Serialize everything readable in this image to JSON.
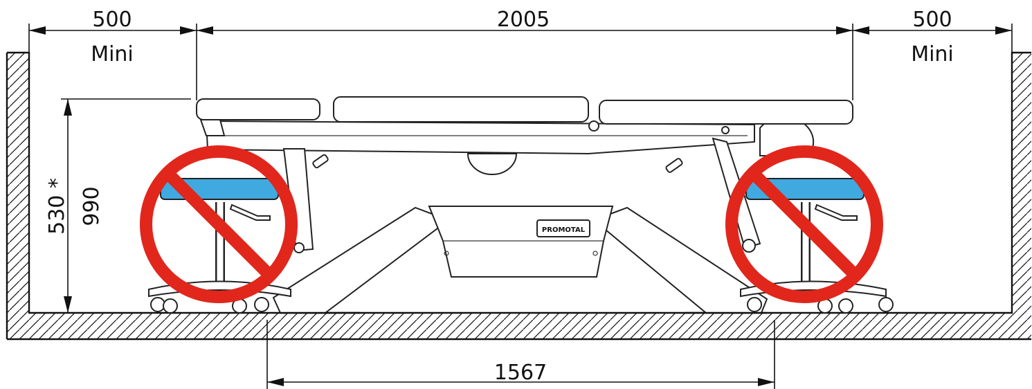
{
  "dimensions": {
    "left_clearance": "500",
    "left_clearance_note": "Mini",
    "table_length": "2005",
    "right_clearance": "500",
    "right_clearance_note": "Mini",
    "min_height": "530 *",
    "max_height": "990",
    "base_length": "1567"
  },
  "brand_label": "PROMOTAL",
  "colors": {
    "prohibit_red": "#e1261c",
    "stool_seat_blue": "#3fa9e0",
    "line": "#111111"
  },
  "icons": {
    "left_stool_prohibited": "no-entry-icon",
    "right_stool_prohibited": "no-entry-icon"
  }
}
